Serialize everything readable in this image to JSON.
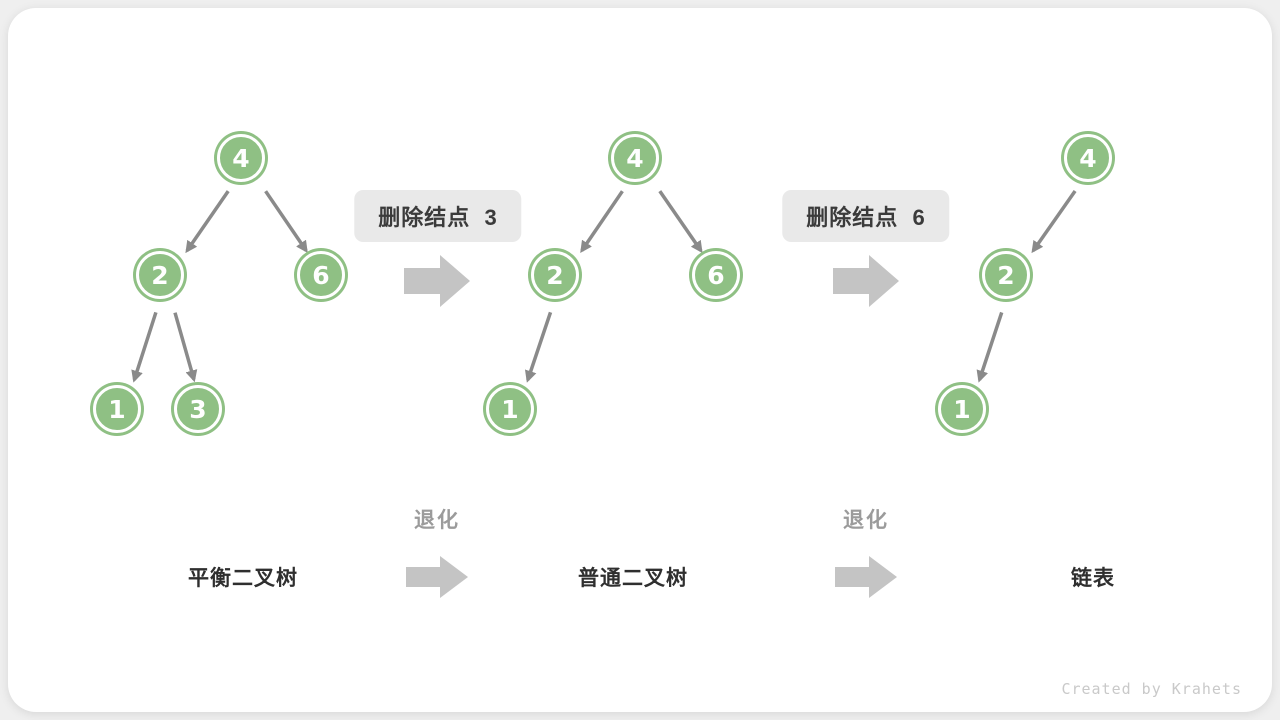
{
  "page": {
    "watermark": "Created by Krahets"
  },
  "colors": {
    "page_bg": "#EFEFEF",
    "card_bg": "#FFFFFF",
    "node_fill": "#8FC084",
    "node_text": "#FFFFFF",
    "edge": "#8A8A8A",
    "block_arrow": "#C4C4C4",
    "step_label_bg": "#E9E9E9",
    "step_label_text": "#3B3B3B",
    "degrade_text": "#9B9B9B",
    "caption_text": "#2F2F2F",
    "watermark_text": "#C9C9C9"
  },
  "steps": [
    {
      "label": "删除结点  3"
    },
    {
      "label": "删除结点  6"
    }
  ],
  "degrade_label": "退化",
  "trees": [
    {
      "caption": "平衡二叉树",
      "nodes": [
        {
          "value": "4"
        },
        {
          "value": "2"
        },
        {
          "value": "6"
        },
        {
          "value": "1"
        },
        {
          "value": "3"
        }
      ],
      "edges": [
        [
          "4",
          "2"
        ],
        [
          "4",
          "6"
        ],
        [
          "2",
          "1"
        ],
        [
          "2",
          "3"
        ]
      ]
    },
    {
      "caption": "普通二叉树",
      "nodes": [
        {
          "value": "4"
        },
        {
          "value": "2"
        },
        {
          "value": "6"
        },
        {
          "value": "1"
        }
      ],
      "edges": [
        [
          "4",
          "2"
        ],
        [
          "4",
          "6"
        ],
        [
          "2",
          "1"
        ]
      ]
    },
    {
      "caption": "链表",
      "nodes": [
        {
          "value": "4"
        },
        {
          "value": "2"
        },
        {
          "value": "1"
        }
      ],
      "edges": [
        [
          "4",
          "2"
        ],
        [
          "2",
          "1"
        ]
      ]
    }
  ]
}
